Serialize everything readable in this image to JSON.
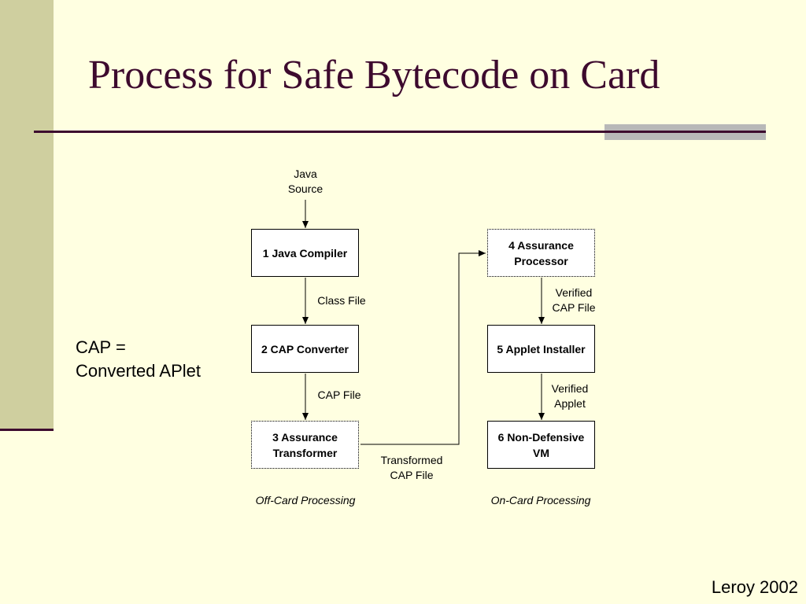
{
  "slide": {
    "title": "Process for Safe Bytecode on Card",
    "note": "CAP =\nConverted APlet",
    "credit": "Leroy 2002"
  },
  "diagram": {
    "source_label": "Java\nSource",
    "boxes": {
      "compiler": "1 Java Compiler",
      "converter": "2 CAP Converter",
      "transformer": "3 Assurance\nTransformer",
      "processor": "4 Assurance\nProcessor",
      "installer": "5 Applet Installer",
      "vm": "6 Non-Defensive\nVM"
    },
    "edges": {
      "class_file": "Class File",
      "cap_file": "CAP File",
      "transformed_cap_file": "Transformed\nCAP File",
      "verified_cap_file": "Verified\nCAP File",
      "verified_applet": "Verified\nApplet"
    },
    "captions": {
      "off_card": "Off-Card Processing",
      "on_card": "On-Card Processing"
    }
  },
  "colors": {
    "background": "#FFFFE1",
    "sidebar": "#CFCF9F",
    "accent": "#3D0A2E",
    "rule_gray": "#B8B8B8"
  }
}
